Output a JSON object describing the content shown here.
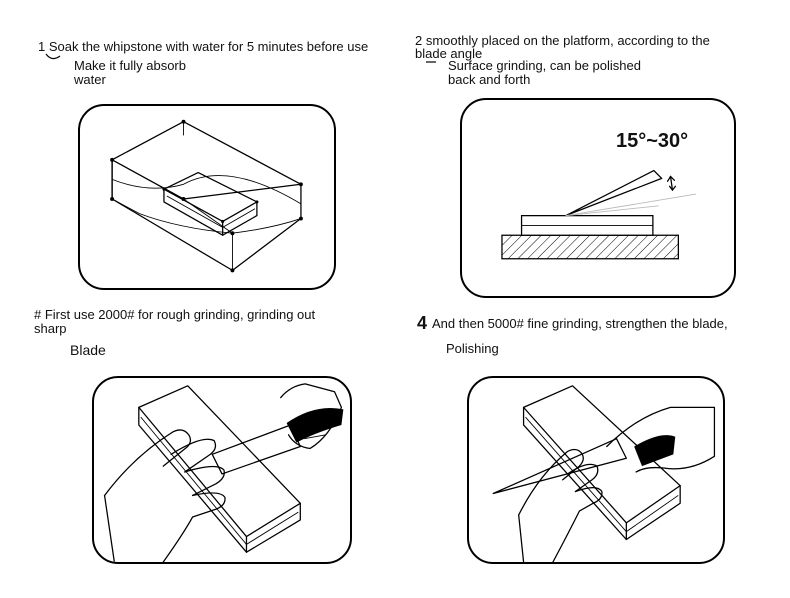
{
  "steps": [
    {
      "title": "1 Soak the whipstone with water for 5 minutes before use",
      "note_line1": "Make it fully absorb",
      "note_line2": "water"
    },
    {
      "title_line1": "2 smoothly placed on the platform, according to the",
      "title_line2": "blade angle",
      "note_line1": "Surface grinding, can be polished",
      "note_line2": "back and forth",
      "angle_text": "15°~30°"
    },
    {
      "title_line1": "# First use 2000# for rough grinding, grinding out",
      "title_line2": "sharp",
      "note": "Blade"
    },
    {
      "number": "4",
      "title": "And then 5000# fine grinding, strengthen the blade,",
      "note": "Polishing"
    }
  ]
}
